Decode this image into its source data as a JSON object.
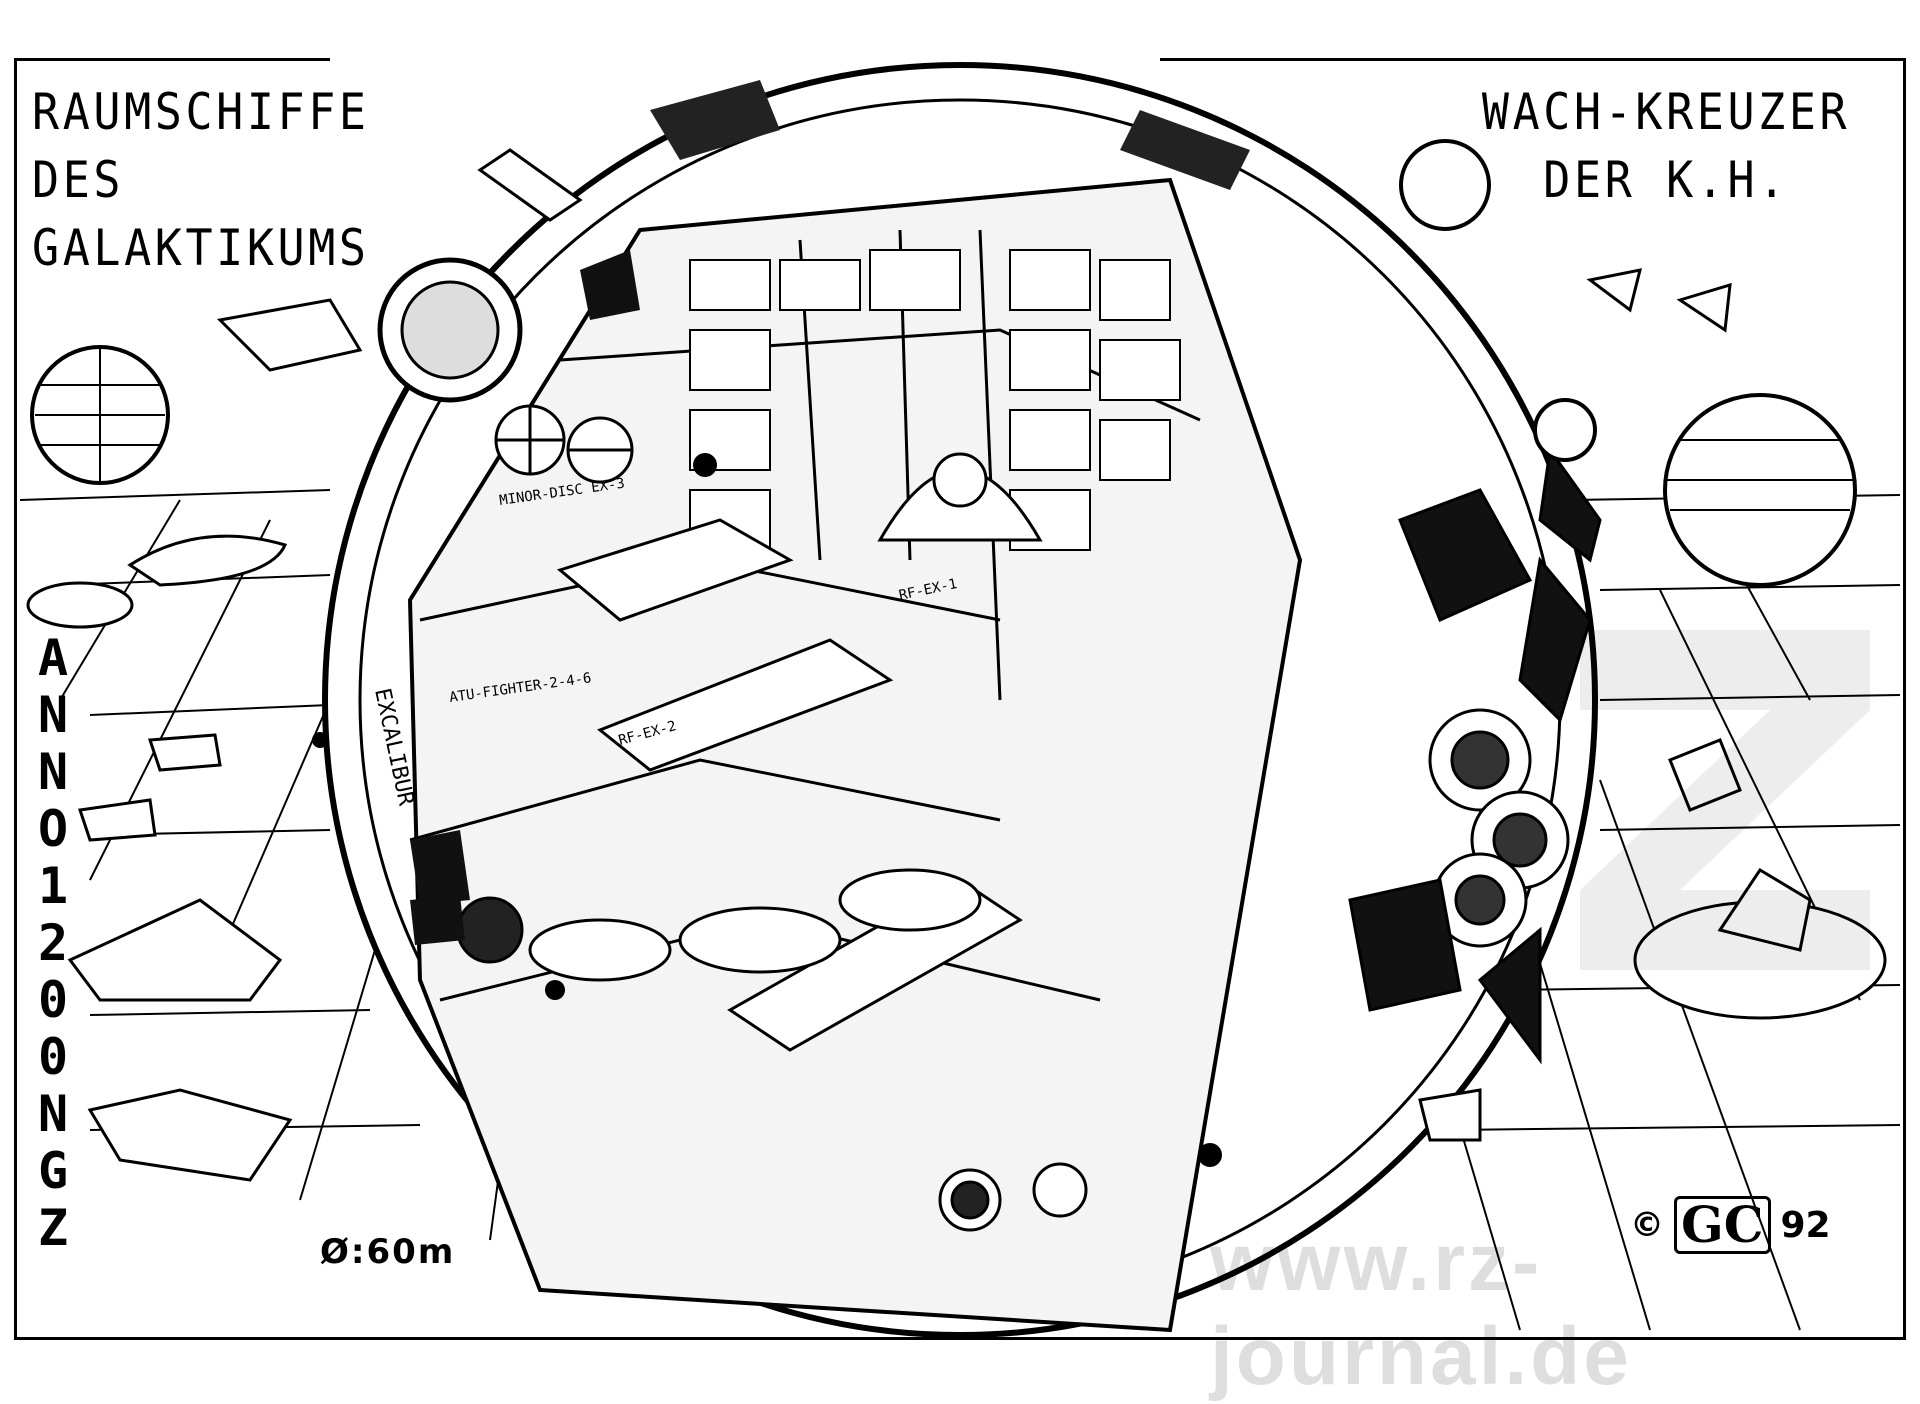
{
  "title_left": {
    "line1": "RAUMSCHIFFE",
    "line2": "DES",
    "line3": "GALAKTIKUMS"
  },
  "title_right": {
    "line1": "WACH-KREUZER",
    "line2": "DER K.H."
  },
  "vertical_text": [
    "A",
    "N",
    "N",
    "O",
    "1",
    "2",
    "0",
    "0",
    "N",
    "G",
    "Z"
  ],
  "diameter_label": "Ø:60m",
  "signature": {
    "copyright": "©",
    "monogram": "GC",
    "year": "92"
  },
  "watermark": "www.rz-journal.de",
  "ship_labels": {
    "minor_disc": "MINOR-DISC EX-3",
    "fighter": "ATU-FIGHTER-2-4-6",
    "rf2": "RF-EX-2",
    "rf1": "RF-EX-1",
    "excalibur": "EXCALIBUR"
  }
}
